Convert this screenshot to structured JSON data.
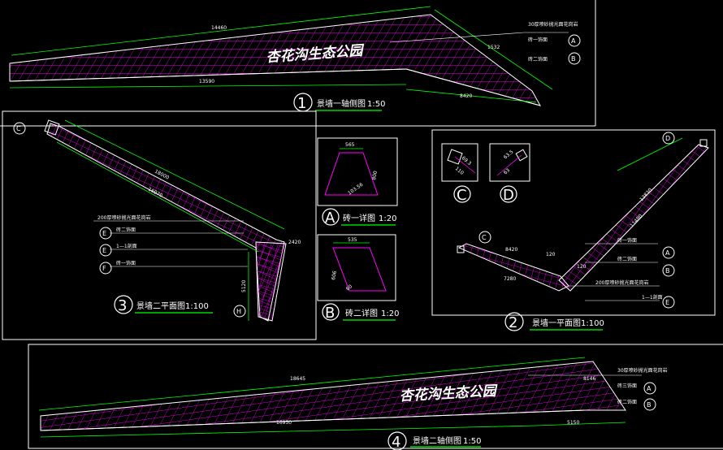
{
  "colors": {
    "outline": "#ffffff",
    "grid": "#ff00ff",
    "dim": "#00ff00",
    "leader": "#00ffff"
  },
  "view1": {
    "number": "1",
    "title": "景墙一轴侧图",
    "scale": "1:50",
    "dims": {
      "top": "14460",
      "bottom": "13590",
      "right_a": "1532",
      "right_b": "8420"
    },
    "sign": "杏花沟生态公园",
    "notes": [
      "30厚喷砂抛光面花岗岩",
      "砖一饰面",
      "砖二饰面"
    ],
    "markers": [
      "A",
      "B"
    ]
  },
  "view2": {
    "number": "2",
    "title": "景墙一平面图",
    "scale": "1:100",
    "dims": [
      "13830",
      "11480",
      "8420",
      "7280",
      "120",
      "120"
    ],
    "notes": [
      "砖一饰面",
      "砖二饰面",
      "200厚喷砂抛光面花岗岩",
      "1—1剖面"
    ],
    "markers": [
      "C",
      "D",
      "A",
      "B",
      "E"
    ]
  },
  "view3": {
    "number": "3",
    "title": "景墙二平面图",
    "scale": "1:100",
    "dims": [
      "18000",
      "16970",
      "5120",
      "2420"
    ],
    "notes": [
      "200厚喷砂抛光面花岗岩",
      "砖二饰面",
      "1—1剖面",
      "砖一饰面"
    ],
    "markers": [
      "C",
      "E",
      "E",
      "F",
      "H"
    ]
  },
  "detailA": {
    "letter": "A",
    "title": "砖一详图",
    "scale": "1:20",
    "dims": [
      "565",
      "800",
      "103.56"
    ]
  },
  "detailB": {
    "letter": "B",
    "title": "砖二详图",
    "scale": "1:20",
    "dims": [
      "535",
      "606",
      "60"
    ]
  },
  "detailC": {
    "letter": "C",
    "dims": [
      "69.3",
      "110"
    ]
  },
  "detailD": {
    "letter": "D",
    "dims": [
      "63.5",
      "63"
    ]
  },
  "view4": {
    "number": "4",
    "title": "景墙二轴侧图",
    "scale": "1:50",
    "dims": {
      "top": "18645",
      "bottom": "16950",
      "right_a": "8146",
      "right_b": "5150"
    },
    "sign": "杏花沟生态公园",
    "notes": [
      "30厚喷砂抛光面花岗岩",
      "砖三饰面",
      "砖二饰面"
    ],
    "markers": [
      "A",
      "B"
    ]
  }
}
